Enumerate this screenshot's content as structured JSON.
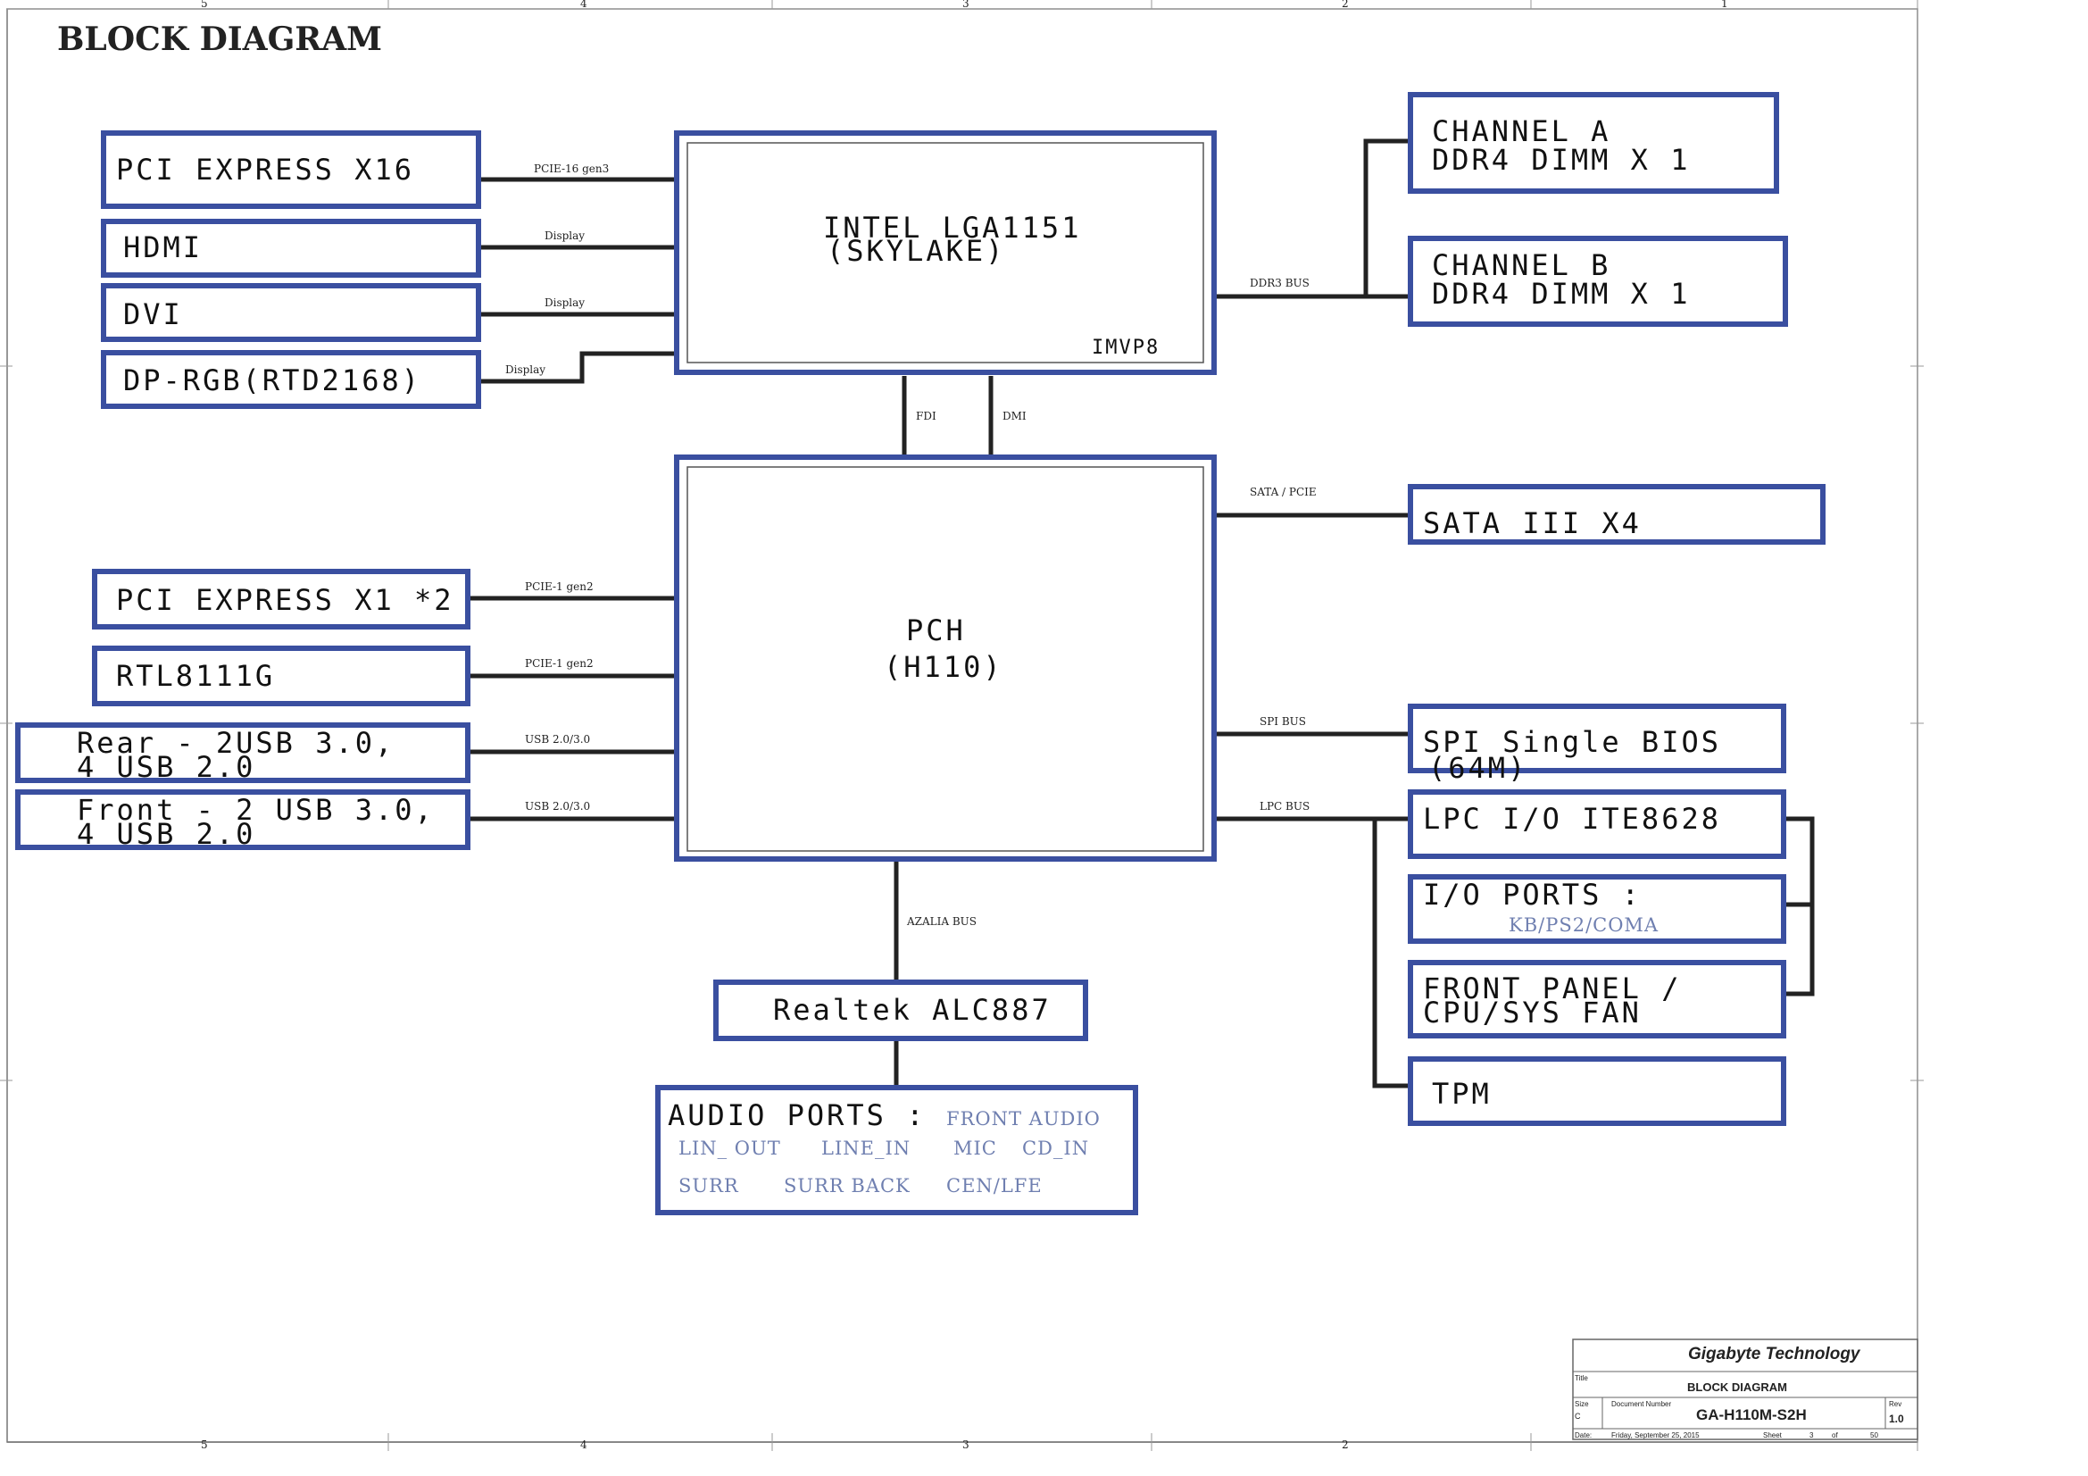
{
  "title": "BLOCK DIAGRAM",
  "blocks": {
    "pcie_x16": "PCI EXPRESS X16",
    "hdmi": "HDMI",
    "dvi": "DVI",
    "dp_rgb": "DP-RGB(RTD2168)",
    "cpu_line1": "INTEL LGA1151",
    "cpu_line2": "(SKYLAKE)",
    "cpu_imvp": "IMVP8",
    "channel_a_line1": "CHANNEL A",
    "channel_a_line2": "DDR4  DIMM X 1",
    "channel_b_line1": "CHANNEL B",
    "channel_b_line2": "DDR4 DIMM X 1",
    "pch_line1": "PCH",
    "pch_line2": "(H110)",
    "pcie_x1": "PCI EXPRESS X1 *2",
    "rtl": "RTL8111G",
    "rear_line1": "Rear - 2USB 3.0,",
    "rear_line2": "4 USB 2.0",
    "front_line1": "Front - 2 USB 3.0,",
    "front_line2": "4 USB 2.0",
    "sata": "SATA III X4",
    "spi_line1": "SPI Single BIOS",
    "spi_line2": "(64M)",
    "lpc": "LPC I/O ITE8628",
    "io_line1": "I/O PORTS :",
    "io_sub": "KB/PS2/COMA",
    "fp_line1": "FRONT PANEL /",
    "fp_line2": "CPU/SYS FAN",
    "tpm": "TPM",
    "realtek": "Realtek ALC887",
    "audio_title": "AUDIO PORTS :",
    "audio_front": "FRONT AUDIO",
    "audio_lin_out": "LIN_ OUT",
    "audio_line_in": "LINE_IN",
    "audio_mic": "MIC",
    "audio_cd_in": "CD_IN",
    "audio_surr": "SURR",
    "audio_surr_back": "SURR BACK",
    "audio_cen_lfe": "CEN/LFE"
  },
  "buses": {
    "pcie16": "PCIE-16 gen3",
    "display1": "Display",
    "display2": "Display",
    "display3": "Display",
    "ddr3": "DDR3 BUS",
    "fdi": "FDI",
    "dmi": "DMI",
    "sata_pcie": "SATA / PCIE",
    "pcie1_a": "PCIE-1 gen2",
    "pcie1_b": "PCIE-1 gen2",
    "usb_a": "USB 2.0/3.0",
    "usb_b": "USB 2.0/3.0",
    "spi": "SPI BUS",
    "lpc": "LPC BUS",
    "azalia": "AZALIA BUS"
  },
  "title_block": {
    "company": "Gigabyte Technology",
    "title_label": "Title",
    "title_value": "BLOCK DIAGRAM",
    "size_label": "Size",
    "size_value": "C",
    "docnum_label": "Document Number",
    "docnum_value": "GA-H110M-S2H",
    "rev_label": "Rev",
    "rev_value": "1.0",
    "date_label": "Date:",
    "date_value": "Friday, September 25, 2015",
    "sheet_label": "Sheet",
    "sheet_value": "3",
    "of_label": "of",
    "of_value": "50"
  },
  "border_marks": [
    "5",
    "4",
    "3",
    "2",
    "1"
  ],
  "colors": {
    "box_border": "#3a4fa0",
    "wire": "#222222",
    "company": "#2e4f9e",
    "sub_text": "#6f7fb0"
  }
}
